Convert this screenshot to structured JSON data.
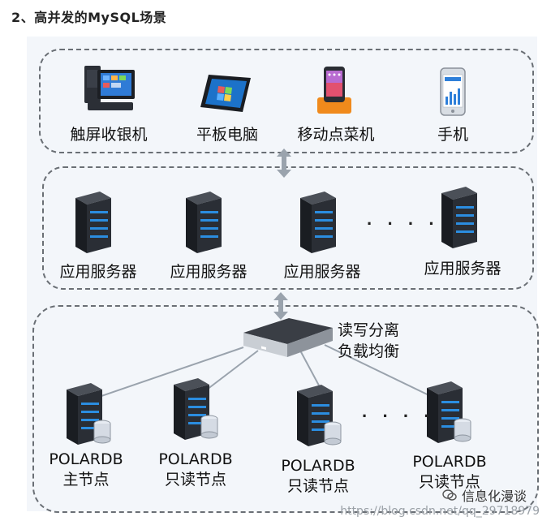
{
  "heading": "2、高并发的MySQL场景",
  "devices": [
    {
      "label": "触屏收银机",
      "icon": "pos-terminal-icon"
    },
    {
      "label": "平板电脑",
      "icon": "tablet-icon"
    },
    {
      "label": "移动点菜机",
      "icon": "handheld-ordering-device-icon"
    },
    {
      "label": "手机",
      "icon": "smartphone-icon"
    }
  ],
  "app_servers": [
    {
      "label": "应用服务器"
    },
    {
      "label": "应用服务器"
    },
    {
      "label": "应用服务器"
    },
    {
      "label": "应用服务器"
    }
  ],
  "ellipsis": "· · · ·",
  "proxy": {
    "line1": "读写分离",
    "line2": "负载均衡"
  },
  "db_nodes": [
    {
      "name": "POLARDB",
      "role": "主节点"
    },
    {
      "name": "POLARDB",
      "role": "只读节点"
    },
    {
      "name": "POLARDB",
      "role": "只读节点"
    },
    {
      "name": "POLARDB",
      "role": "只读节点"
    }
  ],
  "watermark": {
    "brand": "信息化漫谈",
    "url": "https://blog.csdn.net/qq_29718979"
  },
  "colors": {
    "line": "#9aa3ad",
    "border": "#6a6f75",
    "panel": "#f3f6fa",
    "server": "#262a30",
    "led": "#2b8de0"
  }
}
